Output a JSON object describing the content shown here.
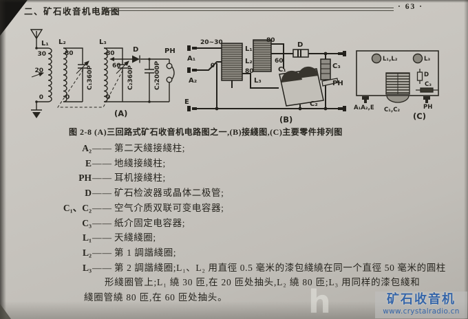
{
  "page": {
    "header_title": "二、矿石收音机电路图",
    "page_number": "· 63 ·"
  },
  "figure": {
    "caption": "图 2-8  (A)三回路式矿石收音机电路图之一,(B)接綫图,(C)主要零件排列图",
    "a": {
      "label": "(A)",
      "l1": "L₁",
      "l1_top": "30",
      "l1_mid": "20",
      "l1_bot": "0",
      "l2": "L₂",
      "l2_top": "80",
      "l2_bot": "0",
      "c1": "C₁360P",
      "l3": "L₃",
      "l3_top": "80",
      "l3_tap": "60",
      "l3_bot": "0",
      "c2": "C₂360P",
      "d": "D",
      "c3": "C₃2000P",
      "ph": "PH"
    },
    "b": {
      "label": "(B)",
      "a1": "A₁",
      "a2": "A₂",
      "e": "E",
      "tap_range": "20~30",
      "zero": "0",
      "l1": "L₁",
      "l2": "L₂",
      "l2_end": "80",
      "l3": "L₃",
      "l3_top": "80",
      "l3_tap": "60",
      "c1": "C₁",
      "c2": "C₂",
      "d": "D",
      "c3": "C₃",
      "ph": "PH"
    },
    "c": {
      "label": "(C)",
      "coils12": "L₁,L₂",
      "coil3": "L₃",
      "d": "D",
      "c3": "C₃",
      "posts_left": "A₁A₂,E",
      "cap": "C₁,C₂",
      "ph": "PH"
    }
  },
  "component_list": {
    "dash": "——",
    "items": [
      {
        "term": "A₂",
        "desc": "第二天綫接綫柱;"
      },
      {
        "term": "E",
        "desc": "地綫接綫柱;"
      },
      {
        "term": "PH",
        "desc": "耳机接綫柱;"
      },
      {
        "term": "D",
        "desc": "矿石检波器或晶体二极管;"
      },
      {
        "term": "C₁、C₂",
        "desc": "空气介质双联可变电容器;"
      },
      {
        "term": "C₃",
        "desc": "紙介固定电容器;"
      },
      {
        "term": "L₁",
        "desc": "天綫綫圈;"
      },
      {
        "term": "L₂",
        "desc": "第 1 調諧綫圈;"
      },
      {
        "term": "L₃",
        "desc": "第 2 調諧綫圈;L₁、L₂ 用直徑 0.5 毫米的漆包綫繞在同一个直徑 50 毫米的圓柱"
      }
    ],
    "continuations": [
      "形綫圈管上;L₁ 繞 30 匝,在 20 匝处抽头,L₂ 繞 80 匝;L₃ 用同样的漆包綫和",
      "綫圈管繞 80 匝,在 60 匝处抽头。"
    ]
  },
  "watermark": {
    "ghost": "h",
    "title": "矿石收音机",
    "url": "www.crystalradio.cn"
  }
}
